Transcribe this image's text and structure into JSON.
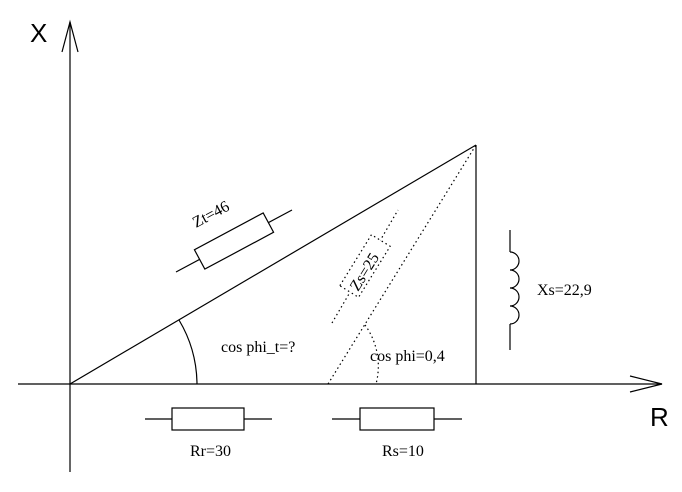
{
  "axes": {
    "x_label": "R",
    "y_label": "X"
  },
  "labels": {
    "zt": "Zt=46",
    "zs": "Zs=25",
    "xs": "Xs=22,9",
    "rr": "Rr=30",
    "rs": "Rs=10",
    "cos_phi_t": "cos phi_t=?",
    "cos_phi": "cos phi=0,4"
  }
}
